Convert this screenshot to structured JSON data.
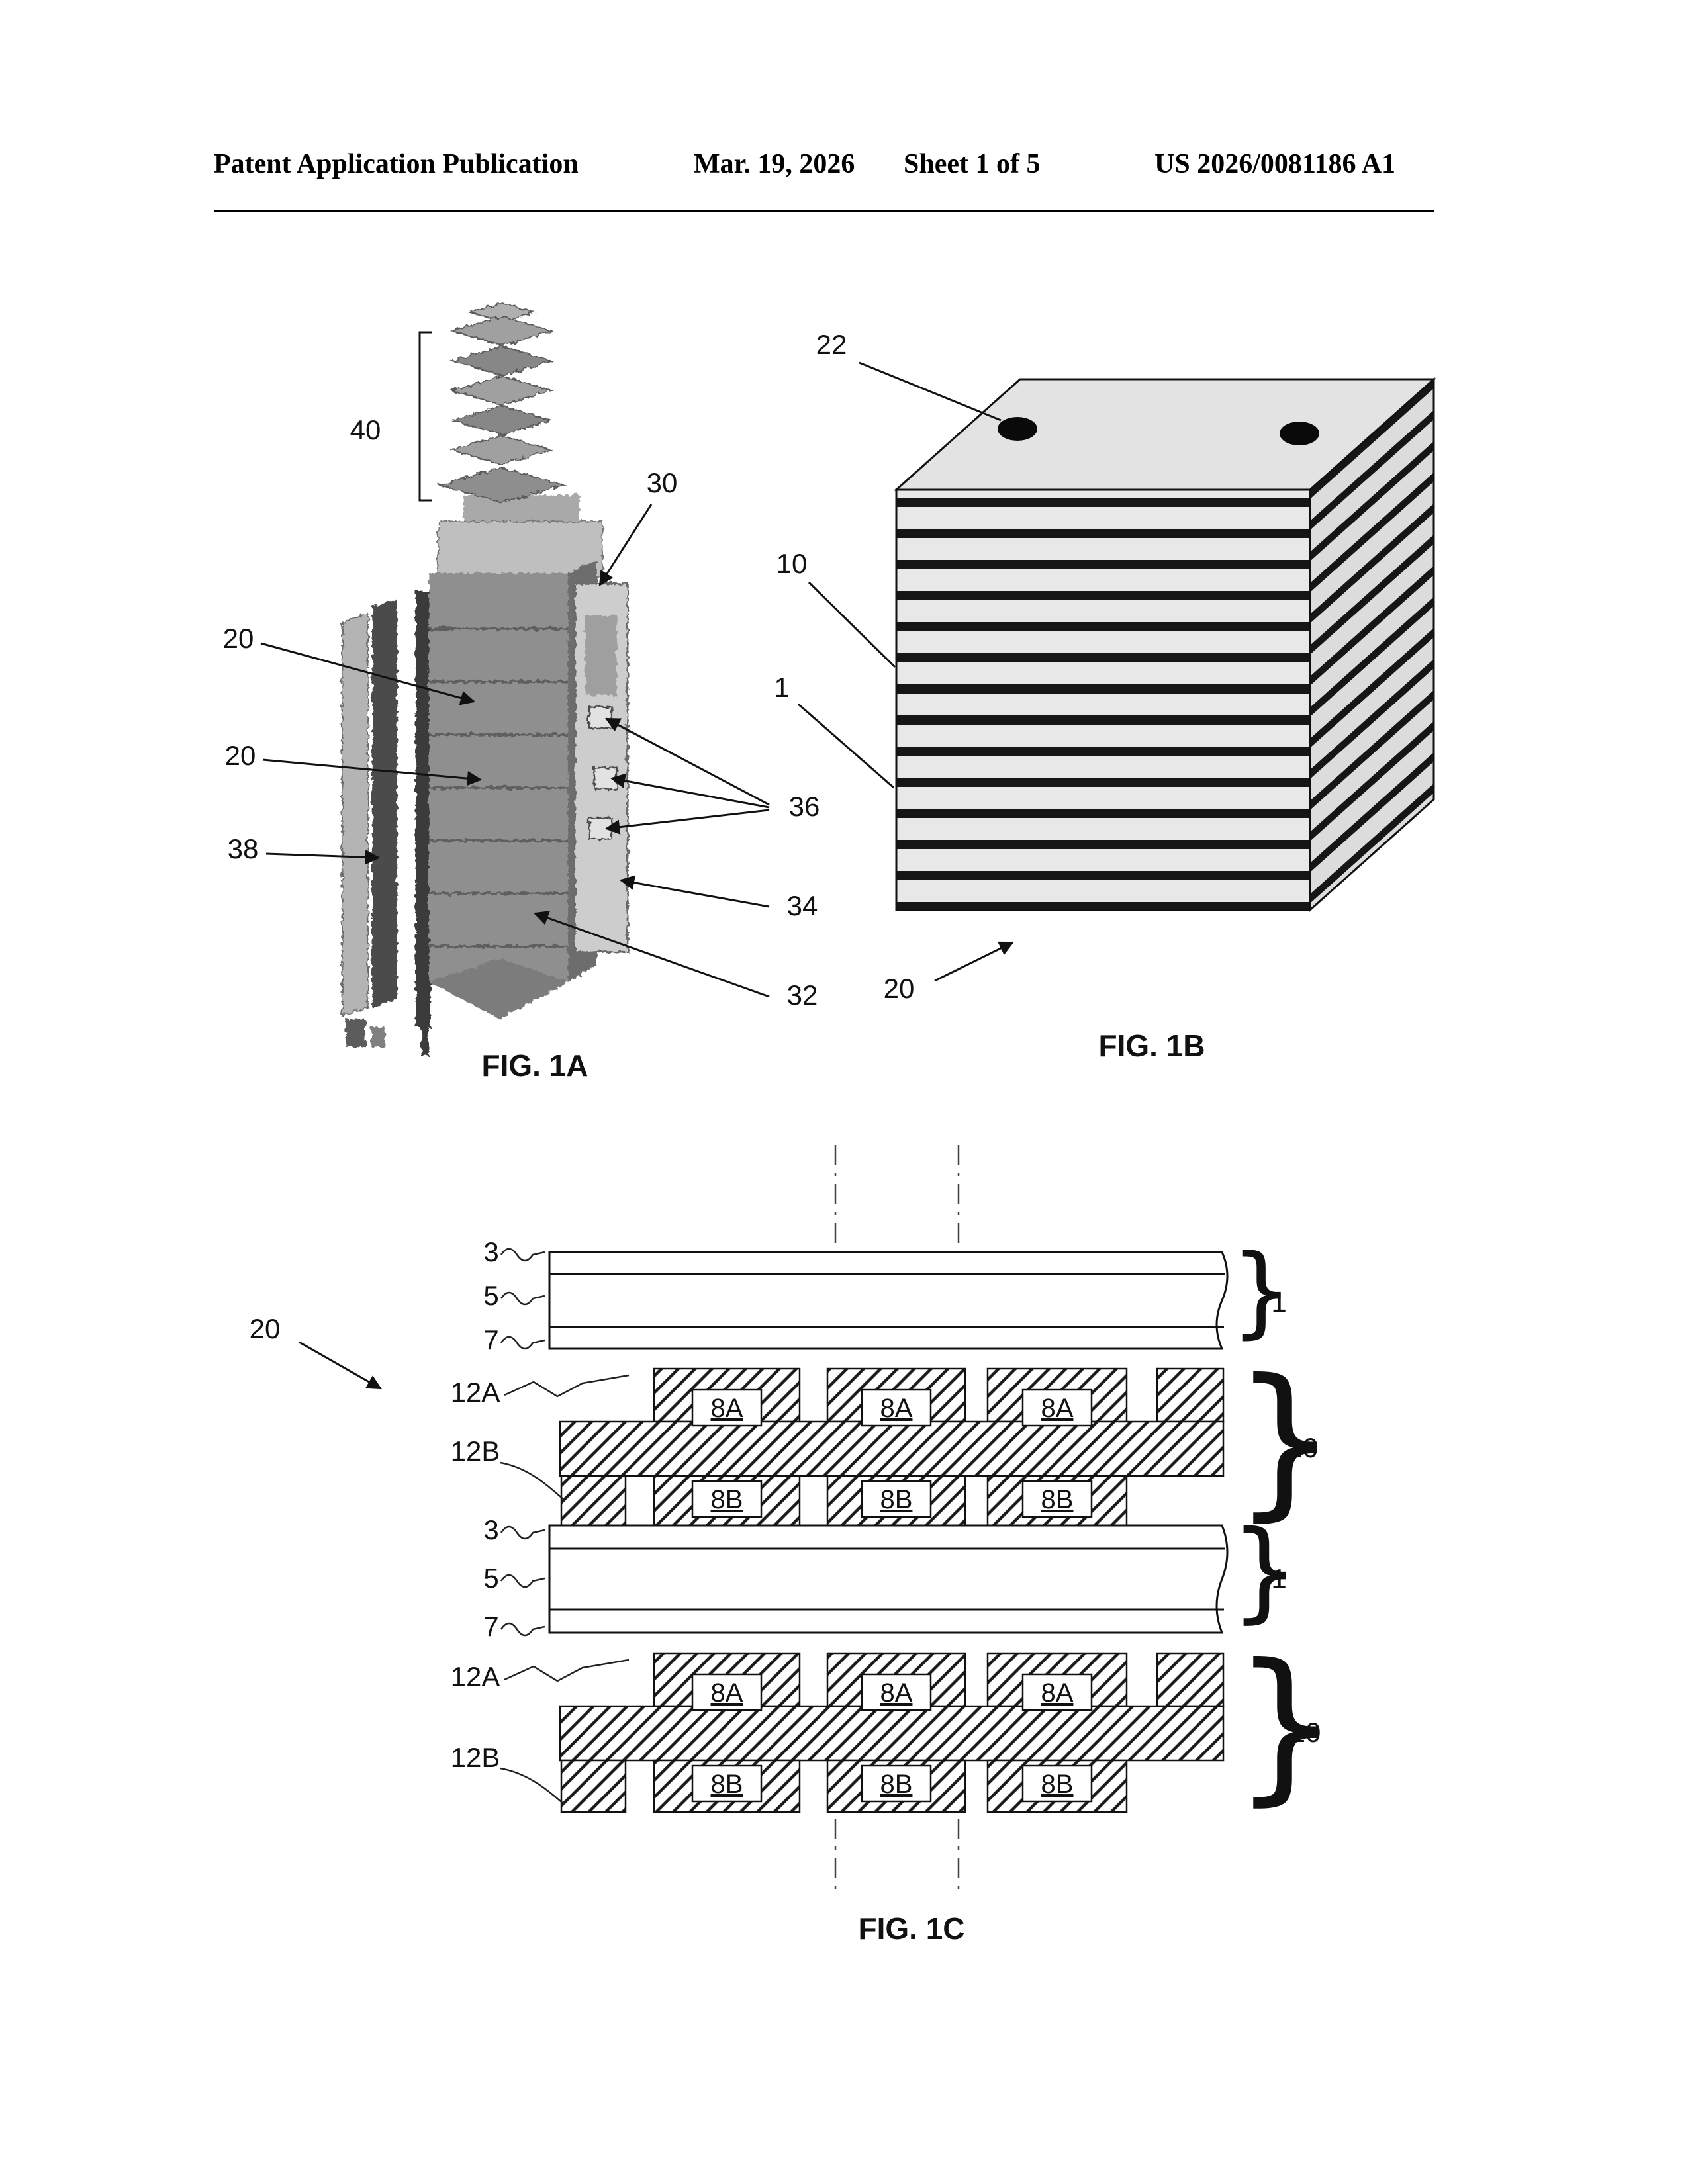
{
  "header": {
    "publication": "Patent Application Publication",
    "date": "Mar. 19, 2026",
    "sheet": "Sheet 1 of 5",
    "patent_number": "US 2026/0081186 A1"
  },
  "fig1a": {
    "caption": "FIG. 1A",
    "labels": {
      "spring_stack": "40",
      "end_assembly": "30",
      "cell_upper": "20",
      "cell_lower": "20",
      "side_plate": "38",
      "tabs": "36",
      "manifold": "34",
      "frame": "32"
    }
  },
  "fig1b": {
    "caption": "FIG. 1B",
    "labels": {
      "port": "22",
      "interconnect": "10",
      "cell": "1",
      "stack": "20"
    }
  },
  "fig1c": {
    "caption": "FIG. 1C",
    "stack_label": "20",
    "unit1": {
      "l3": "3",
      "l5": "5",
      "l7": "7",
      "l1": "1"
    },
    "ic1": {
      "l12A": "12A",
      "l12B": "12B",
      "l8A": "8A",
      "l8B": "8B",
      "l10": "10"
    },
    "unit2": {
      "l3": "3",
      "l5": "5",
      "l7": "7",
      "l1": "1"
    },
    "ic2": {
      "l12A": "12A",
      "l12B": "12B",
      "l8A": "8A",
      "l8B": "8B",
      "l10": "10"
    }
  }
}
